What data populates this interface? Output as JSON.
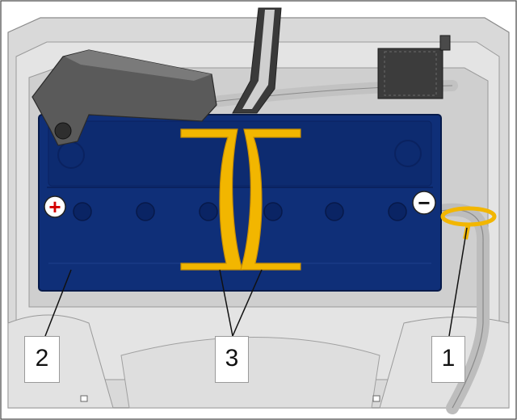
{
  "callouts": [
    {
      "label": "1",
      "part": "negative-terminal-cable"
    },
    {
      "label": "2",
      "part": "battery"
    },
    {
      "label": "3",
      "part": "battery-holding-straps"
    }
  ],
  "symbols": {
    "positive": "+",
    "negative": "−"
  },
  "colors": {
    "battery": "#0f2f78",
    "battery_dark": "#0a2260",
    "strap": "#f2b600",
    "strap_edge": "#c98f00",
    "positive_terminal": "#d40000",
    "negative_terminal": "#111111",
    "frame": "#d9d9d9",
    "frame_shadow": "#a8a8a8"
  },
  "icons": [
    "plus-icon",
    "minus-icon"
  ]
}
